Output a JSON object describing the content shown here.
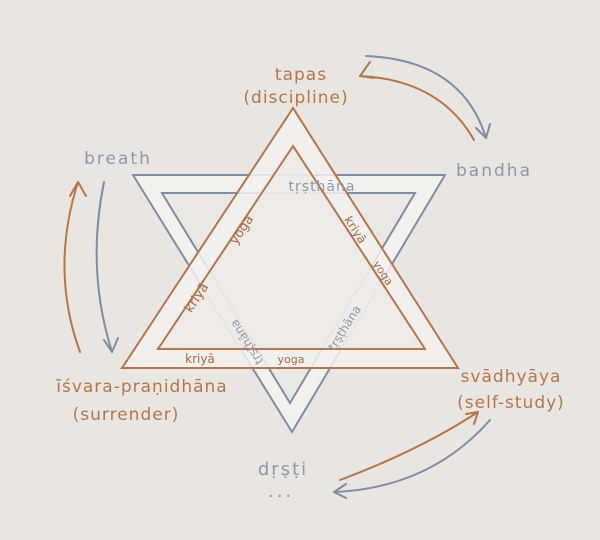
{
  "colors": {
    "paper": "#e9e5e0",
    "orange": "#b5764a",
    "blue": "#7f8ea6",
    "band": "#f3f1ee"
  },
  "labels": {
    "tapas": "tapas",
    "discipline": "(discipline)",
    "breath": "breath",
    "bandha": "bandha",
    "isvara": "īśvara-praṇidhāna",
    "surrender": "(surrender)",
    "svadhyaya": "svādhyāya",
    "self_study": "(self-study)",
    "drsti": "dṛṣṭi",
    "ellipsis": "..."
  },
  "band_text": {
    "top": "tṛṣthāna",
    "left_kriya": "kriyā",
    "left_yoga": "yoga",
    "right_kriya": "kriyā",
    "right_yoga": "yoga",
    "bottom_kriya": "kriyā",
    "bottom_yoga": "yoga",
    "vinyasa_left": "tṛṣṭhāna",
    "vinyasa_right": "tṛṣṭhāna"
  }
}
